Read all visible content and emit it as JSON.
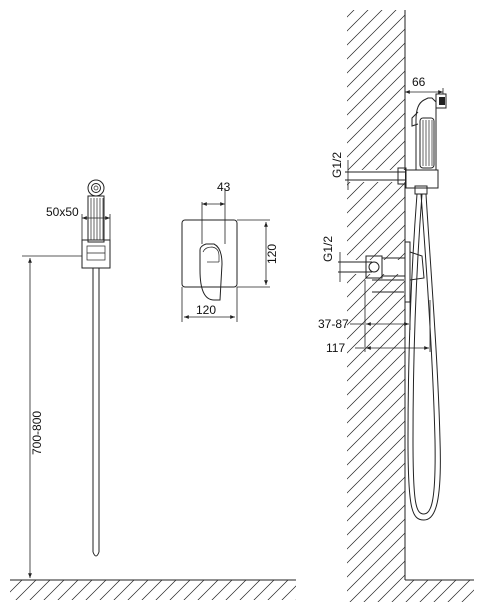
{
  "labels": {
    "holder_size": "50x50",
    "mount_height": "700-800",
    "depth": "43",
    "plate_height": "120",
    "plate_width": "120",
    "spray_offset": "66",
    "thread_upper": "G1/2",
    "thread_lower": "G1/2",
    "wall_range": "37-87",
    "total_depth": "117"
  }
}
